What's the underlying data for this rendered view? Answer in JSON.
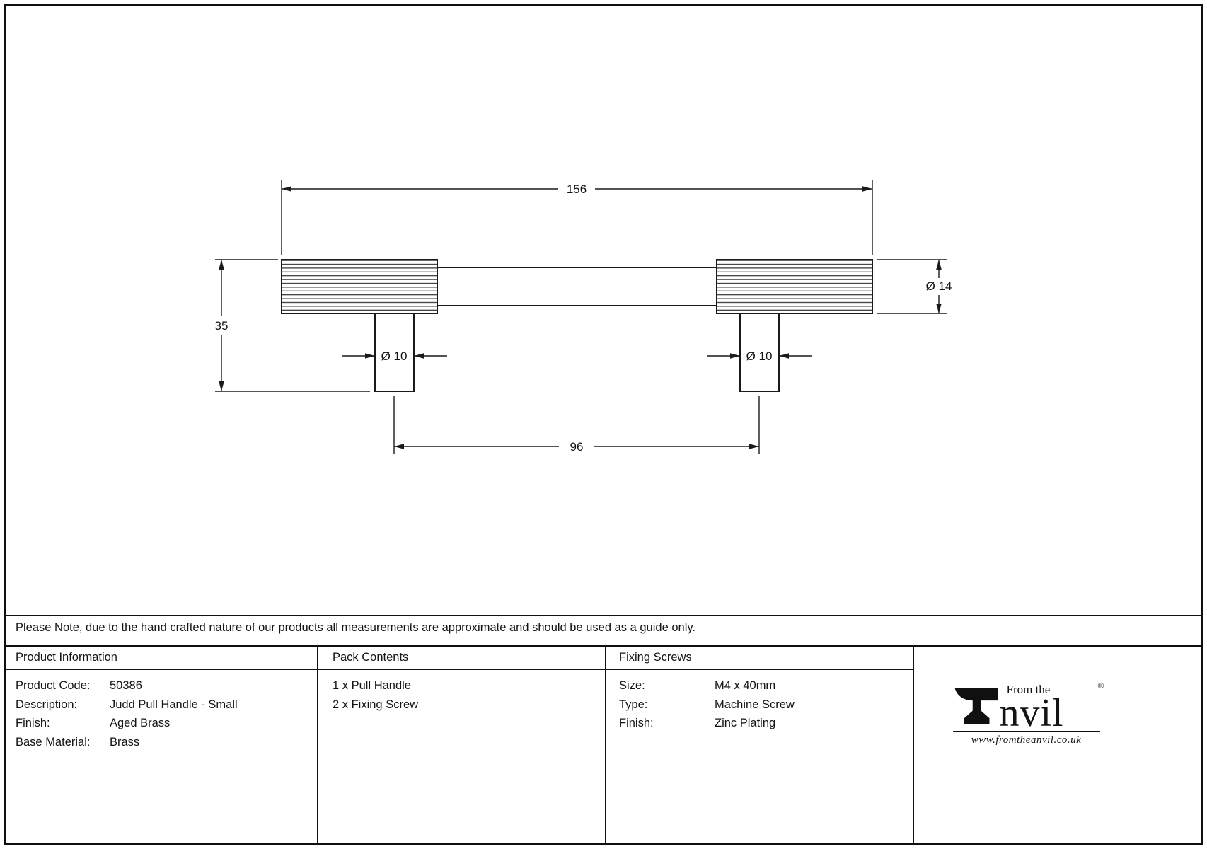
{
  "drawing": {
    "dim_overall_length": "156",
    "dim_height": "35",
    "dim_bar_diameter": "Ø 14",
    "dim_post_diameter_left": "Ø 10",
    "dim_post_diameter_right": "Ø 10",
    "dim_fixing_centres": "96"
  },
  "note": "Please Note, due to the hand crafted nature of our products all measurements are approximate and should be used as a guide only.",
  "table": {
    "product_information": {
      "header": "Product Information",
      "rows": [
        {
          "label": "Product Code:",
          "value": "50386"
        },
        {
          "label": "Description:",
          "value": "Judd Pull Handle - Small"
        },
        {
          "label": "Finish:",
          "value": "Aged Brass"
        },
        {
          "label": "Base Material:",
          "value": "Brass"
        }
      ]
    },
    "pack_contents": {
      "header": "Pack Contents",
      "items": [
        "1 x Pull Handle",
        "2 x Fixing Screw"
      ]
    },
    "fixing_screws": {
      "header": "Fixing Screws",
      "rows": [
        {
          "label": "Size:",
          "value": "M4 x 40mm"
        },
        {
          "label": "Type:",
          "value": "Machine Screw"
        },
        {
          "label": "Finish:",
          "value": "Zinc Plating"
        }
      ]
    }
  },
  "logo": {
    "tagline": "From the",
    "name_rest": "nvil",
    "registered": "®",
    "website": "www.fromtheanvil.co.uk"
  }
}
